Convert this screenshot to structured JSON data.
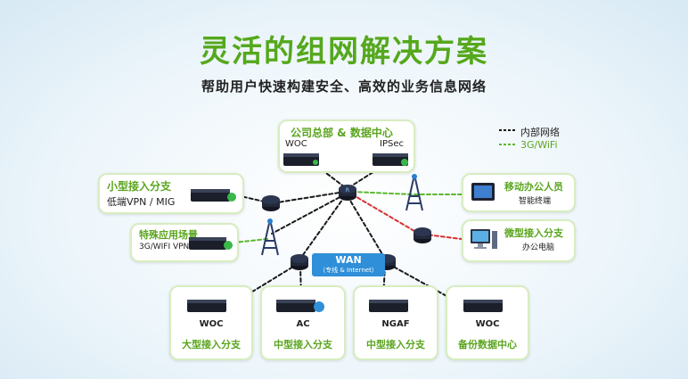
{
  "title": "灵活的组网解决方案",
  "subtitle": "帮助用户快速构建安全、高效的业务信息网络",
  "legend": {
    "internal": "内部网络",
    "wireless": "3G/WiFi"
  },
  "hq": {
    "title": "公司总部 & 数据中心",
    "left_label": "WOC",
    "right_label": "IPSec"
  },
  "small_branch": {
    "title": "小型接入分支",
    "desc": "低端VPN / MIG"
  },
  "special": {
    "title": "特殊应用场景",
    "desc": "3G/WIFI VPN"
  },
  "mobile": {
    "title": "移动办公人员",
    "desc": "智能终端"
  },
  "micro_branch": {
    "title": "微型接入分支",
    "desc": "办公电脑"
  },
  "wan": {
    "label": "WAN",
    "sub": "（专线 & Internet）"
  },
  "bottom": [
    {
      "device": "WOC",
      "name": "大型接入分支"
    },
    {
      "device": "AC",
      "name": "中型接入分支"
    },
    {
      "device": "NGAF",
      "name": "中型接入分支"
    },
    {
      "device": "WOC",
      "name": "备份数据中心"
    }
  ],
  "colors": {
    "title_green": "#5aa51e",
    "internal_line": "#1a1a1a",
    "wireless_line": "#5cb82f",
    "micro_line": "#d93030",
    "wan_blue": "#2f8fd8"
  }
}
